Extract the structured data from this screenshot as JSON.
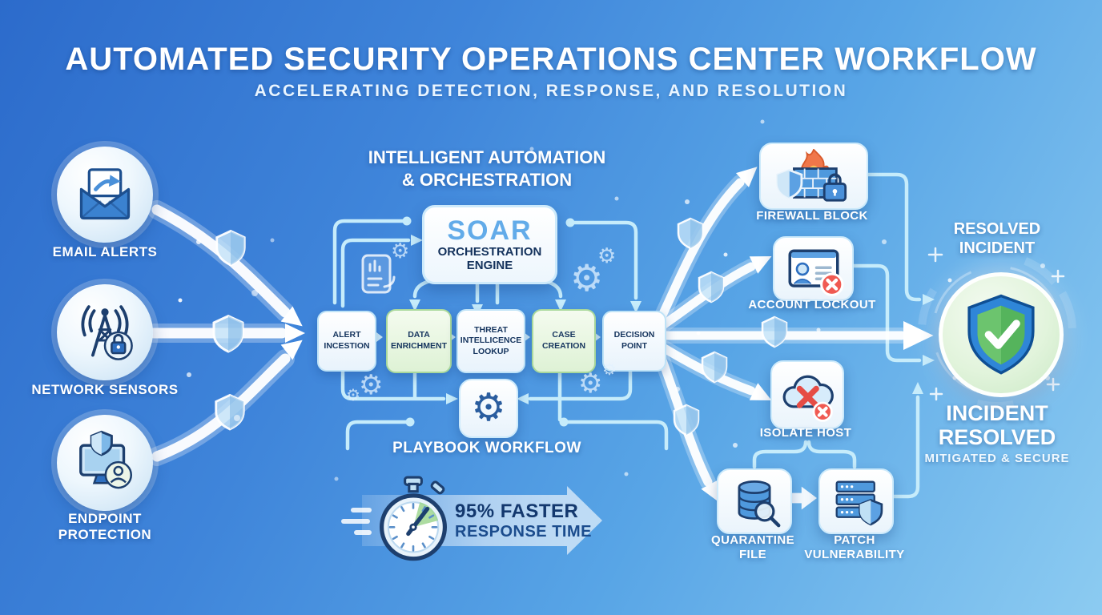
{
  "header": {
    "title": "AUTOMATED SECURITY OPERATIONS CENTER WORKFLOW",
    "subtitle": "ACCELERATING DETECTION, RESPONSE, AND RESOLUTION"
  },
  "inputs": [
    {
      "label": "EMAIL ALERTS",
      "icon": "email-envelope-arrow-icon"
    },
    {
      "label": "NETWORK SENSORS",
      "icon": "antenna-lock-icon"
    },
    {
      "label": "ENDPOINT\nPROTECTION",
      "icon": "monitor-shield-user-icon"
    }
  ],
  "automation": {
    "heading": "INTELLIGENT AUTOMATION\n& ORCHESTRATION",
    "soar": {
      "title": "SOAR",
      "subtitle": "ORCHESTRATION\nENGINE"
    },
    "steps": [
      {
        "label": "ALERT\nINCESTION",
        "variant": "blue"
      },
      {
        "label": "DATA\nENRICHMENT",
        "variant": "green"
      },
      {
        "label": "THREAT\nINTELLICENCE\nLOOKUP",
        "variant": "blue"
      },
      {
        "label": "CASE\nCREATION",
        "variant": "green"
      },
      {
        "label": "DECISION\nPOINT",
        "variant": "blue"
      }
    ],
    "playbook_label": "PLAYBOOK WORKFLOW",
    "playbook_icon": "gear-icon"
  },
  "speed": {
    "line1": "95% FASTER",
    "line2": "RESPONSE TIME",
    "icon": "stopwatch-icon"
  },
  "responses": [
    {
      "label": "FIREWALL BLOCK",
      "icon": "firewall-flame-lock-icon"
    },
    {
      "label": "ACCOUNT LOCKOUT",
      "icon": "id-card-x-icon"
    },
    {
      "label": "ISOLATE HOST",
      "icon": "cloud-x-icon"
    },
    {
      "label": "QUARANTINE\nFILE",
      "icon": "database-magnifier-icon"
    },
    {
      "label": "PATCH\nVULNERABILITY",
      "icon": "server-shield-icon"
    }
  ],
  "resolution": {
    "heading": "RESOLVED\nINCIDENT",
    "title": "INCIDENT\nRESOLVED",
    "subtitle": "MITIGATED & SECURE",
    "icon": "green-shield-check-icon"
  },
  "colors": {
    "background_start": "#2c6bcb",
    "background_end": "#8ccbf1",
    "box_green": "#def2d5",
    "navy_text": "#16355e",
    "soar_blue": "#62abe9",
    "connector_cyan": "#c6ecfb",
    "alert_red": "#f05a52",
    "success_green": "#4caf50"
  }
}
